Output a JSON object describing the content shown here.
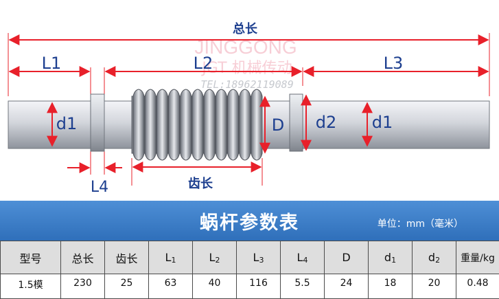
{
  "diagram": {
    "total_length_label": "总长",
    "tooth_length_label": "齿长",
    "labels": {
      "L1": "L1",
      "L2": "L2",
      "L3": "L3",
      "L4": "L4",
      "D": "D",
      "d1_left": "d1",
      "d2": "d2",
      "d1_right": "d1"
    },
    "watermark": {
      "brand": "JINGGONG",
      "name": "JGT 机械传动",
      "phone": "TEL:18962119089"
    }
  },
  "table": {
    "title": "蜗杆参数表",
    "unit": "单位：mm（毫米）",
    "headers": [
      {
        "main": "型号",
        "sub": ""
      },
      {
        "main": "总长",
        "sub": ""
      },
      {
        "main": "齿长",
        "sub": ""
      },
      {
        "main": "L",
        "sub": "1"
      },
      {
        "main": "L",
        "sub": "2"
      },
      {
        "main": "L",
        "sub": "3"
      },
      {
        "main": "L",
        "sub": "4"
      },
      {
        "main": "D",
        "sub": ""
      },
      {
        "main": "d",
        "sub": "1"
      },
      {
        "main": "d",
        "sub": "2"
      },
      {
        "main": "重量/kg",
        "sub": ""
      }
    ],
    "rows": [
      [
        "1.5模",
        "230",
        "25",
        "63",
        "40",
        "116",
        "5.5",
        "24",
        "18",
        "20",
        "0.48"
      ]
    ]
  },
  "colors": {
    "dimension": "#e8202a",
    "band": "#3b7cc7",
    "shaft": "#c9ccd3",
    "header_bg": "#dedede"
  }
}
